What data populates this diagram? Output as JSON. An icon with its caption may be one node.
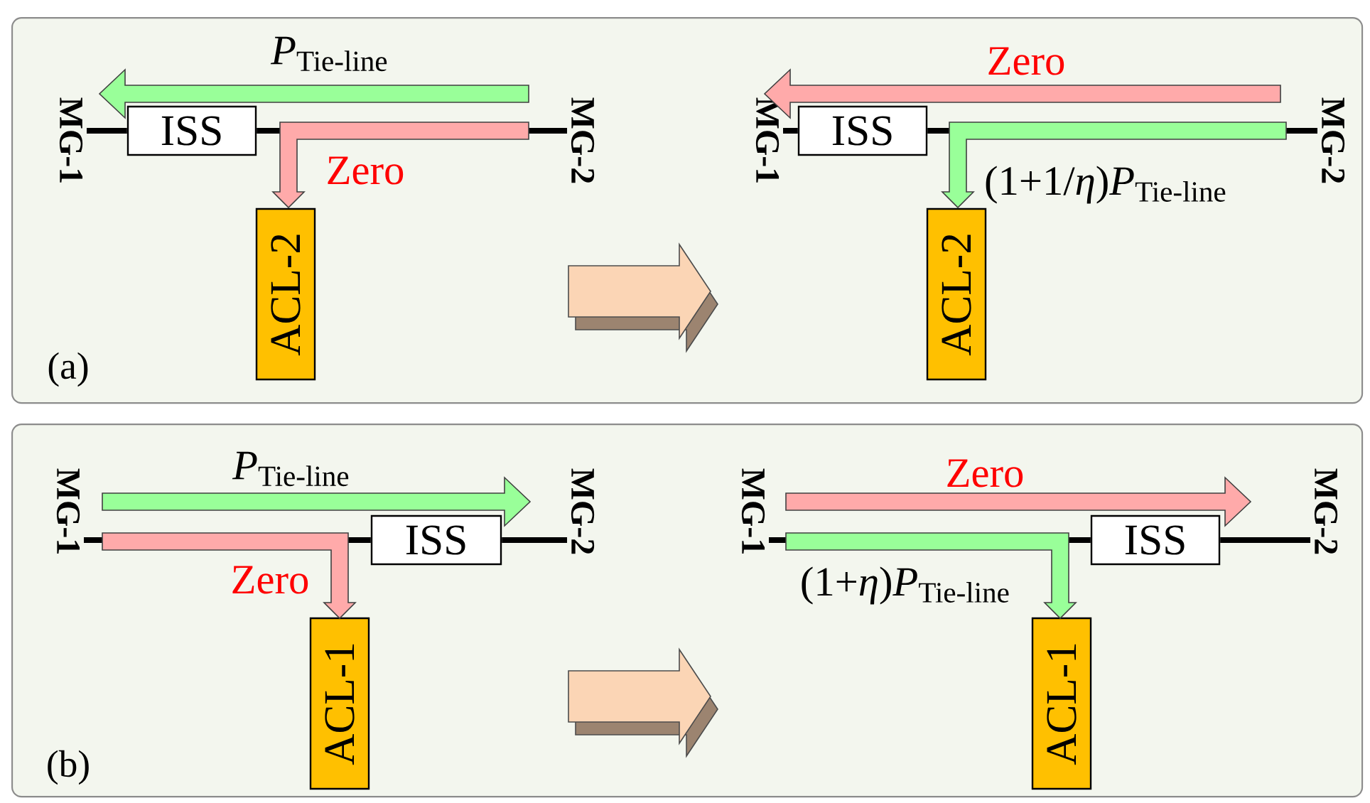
{
  "diagram": {
    "nodes": [
      {
        "text": [
          "(a)"
        ]
      },
      {
        "text": [
          "MG-1"
        ],
        "in": 0
      },
      {
        "text": [
          "ISS"
        ],
        "in": 0
      },
      {
        "text": [
          "MG-2"
        ],
        "in": 0
      },
      {
        "text": [
          "ACL-2"
        ],
        "in": 0
      },
      {
        "text": [
          "MG-1"
        ],
        "in": 0
      },
      {
        "text": [
          "ISS"
        ],
        "in": 0
      },
      {
        "text": [
          "MG-2"
        ],
        "in": 0
      },
      {
        "text": [
          "ACL-2"
        ],
        "in": 0
      },
      {
        "text": [
          "(b)"
        ]
      },
      {
        "text": [
          "MG-1"
        ],
        "in": 9
      },
      {
        "text": [
          "ISS"
        ],
        "in": 9
      },
      {
        "text": [
          "MG-2"
        ],
        "in": 9
      },
      {
        "text": [
          "ACL-1"
        ],
        "in": 9
      },
      {
        "text": [
          "MG-1"
        ],
        "in": 9
      },
      {
        "text": [
          "ISS"
        ],
        "in": 9
      },
      {
        "text": [
          "MG-2"
        ],
        "in": 9
      },
      {
        "text": [
          "ACL-1"
        ],
        "in": 9
      }
    ],
    "edges": [
      {
        "from": 1,
        "to": 2,
        "arrow": "none"
      },
      {
        "from": 2,
        "to": 3,
        "arrow": "none"
      },
      {
        "from": 3,
        "to": 1,
        "arrow": "to",
        "label": "*P*$_{Tie-line}$",
        "style": "thick",
        "color": "#99ff99"
      },
      {
        "from": 3,
        "to": 4,
        "arrow": "to",
        "label": "Zero",
        "style": "thick",
        "color": "#ffaaaa"
      },
      {
        "from": 5,
        "to": 6,
        "arrow": "none"
      },
      {
        "from": 6,
        "to": 7,
        "arrow": "none"
      },
      {
        "from": 7,
        "to": 5,
        "arrow": "to",
        "label": "Zero",
        "style": "thick",
        "color": "#ffaaaa"
      },
      {
        "from": 7,
        "to": 8,
        "arrow": "to",
        "label": "(1+1/*η*)*P*$_{Tie-line}$",
        "style": "thick",
        "color": "#99ff99"
      },
      {
        "from": 10,
        "to": 11,
        "arrow": "none"
      },
      {
        "from": 11,
        "to": 12,
        "arrow": "none"
      },
      {
        "from": 10,
        "to": 12,
        "arrow": "to",
        "label": "*P*$_{Tie-line}$",
        "style": "thick",
        "color": "#99ff99"
      },
      {
        "from": 10,
        "to": 13,
        "arrow": "to",
        "label": "Zero",
        "style": "thick",
        "color": "#ffaaaa"
      },
      {
        "from": 14,
        "to": 15,
        "arrow": "none"
      },
      {
        "from": 15,
        "to": 16,
        "arrow": "none"
      },
      {
        "from": 14,
        "to": 16,
        "arrow": "to",
        "label": "Zero",
        "style": "thick",
        "color": "#ffaaaa"
      },
      {
        "from": 14,
        "to": 17,
        "arrow": "to",
        "label": "(1+*η*)*P*$_{Tie-line}$",
        "style": "thick",
        "color": "#99ff99"
      }
    ]
  }
}
